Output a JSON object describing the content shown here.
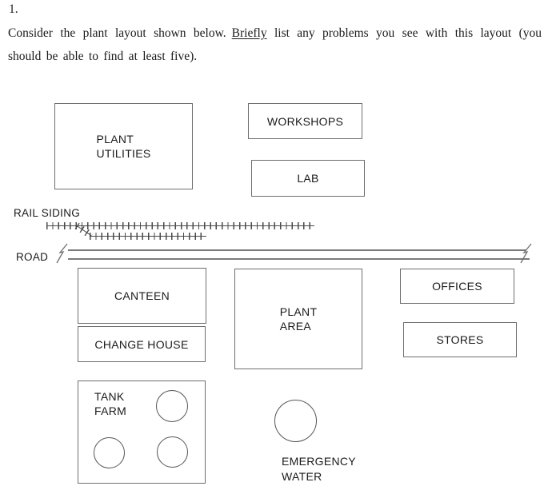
{
  "question": {
    "number": "1.",
    "line1_pre": "Consider the plant layout shown below.",
    "line1_underlined": "Briefly",
    "line1_post": "list any problems you see with this layout (you",
    "line2": "should be able to find at least five)."
  },
  "diagram": {
    "boxes": {
      "plant_utilities": "PLANT\nUTILITIES",
      "workshops": "WORKSHOPS",
      "lab": "LAB",
      "canteen": "CANTEEN",
      "change_house": "CHANGE HOUSE",
      "plant_area": "PLANT\nAREA",
      "offices": "OFFICES",
      "stores": "STORES",
      "tank_farm": "TANK\nFARM"
    },
    "labels": {
      "rail_siding": "RAIL SIDING",
      "road": "ROAD",
      "emergency_water": "EMERGENCY\nWATER"
    },
    "colors": {
      "ink": "#1a1a1a",
      "box_border": "#6e6e6e",
      "rail_line": "#4a4a4a",
      "road_line": "#7a7a7a",
      "background": "#ffffff"
    }
  }
}
